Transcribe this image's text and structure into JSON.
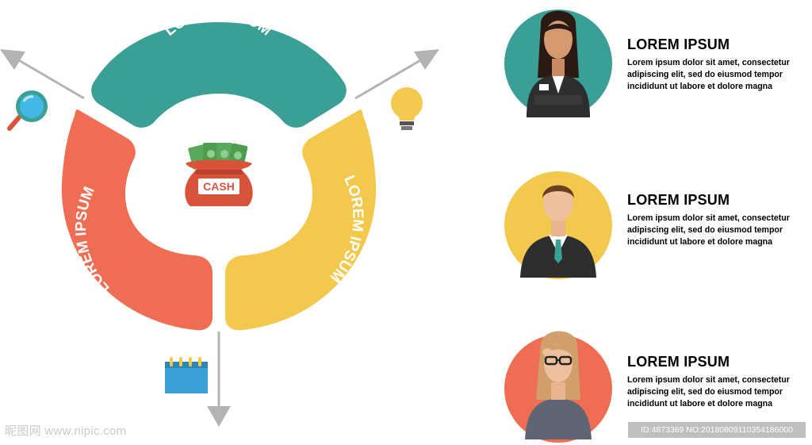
{
  "cycle": {
    "top_label": "LOREM IPSUM",
    "left_label": "LOREM IPSUM",
    "right_label": "LOREM IPSUM",
    "center_label": "CASH",
    "colors": {
      "teal": "#3a9f95",
      "orange": "#ef6d52",
      "yellow": "#f2c94c",
      "arrow": "#b3b3b3"
    },
    "icons": [
      "magnifier-icon",
      "lightbulb-icon",
      "calendar-icon",
      "money-bag-icon"
    ]
  },
  "people": [
    {
      "title": "LOREM IPSUM",
      "lines": [
        "Lorem ipsum dolor sit amet, consectetur",
        "adipiscing elit, sed do eiusmod tempor",
        "incididunt ut labore et dolore magna"
      ],
      "circle_color": "#3a9f95"
    },
    {
      "title": "LOREM IPSUM",
      "lines": [
        "Lorem ipsum dolor sit amet, consectetur",
        "adipiscing elit, sed do eiusmod tempor",
        "incididunt ut labore et dolore magna"
      ],
      "circle_color": "#f2c94c"
    },
    {
      "title": "LOREM IPSUM",
      "lines": [
        "Lorem ipsum dolor sit amet, consectetur",
        "adipiscing elit, sed do eiusmod tempor",
        "incididunt ut labore et dolore magna"
      ],
      "circle_color": "#ef6d52"
    }
  ],
  "watermark": {
    "left": "昵图网 www.nipic.com",
    "right": "ID:4873369 NO:20180809110354186000"
  }
}
